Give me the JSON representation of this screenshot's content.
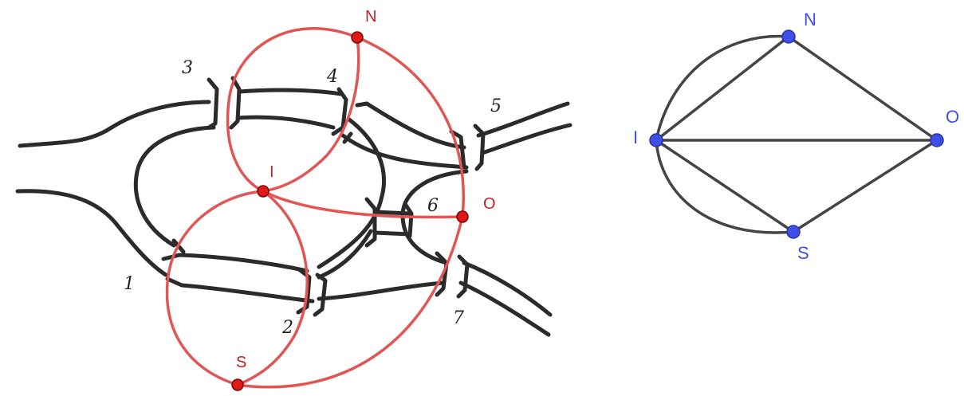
{
  "colors": {
    "river": "#2b2b2b",
    "route": "#e15555",
    "red_node": "#e01818",
    "graph_edge": "#444444",
    "blue_node": "#3f4fe6"
  },
  "left_map": {
    "bridge_numbers": [
      {
        "id": "b1",
        "text": "1"
      },
      {
        "id": "b2",
        "text": "2"
      },
      {
        "id": "b3",
        "text": "3"
      },
      {
        "id": "b4",
        "text": "4"
      },
      {
        "id": "b5",
        "text": "5"
      },
      {
        "id": "b6",
        "text": "6"
      },
      {
        "id": "b7",
        "text": "7"
      }
    ],
    "land_nodes": [
      {
        "id": "N",
        "text": "N"
      },
      {
        "id": "I",
        "text": "I"
      },
      {
        "id": "O",
        "text": "O"
      },
      {
        "id": "S",
        "text": "S"
      }
    ]
  },
  "right_graph": {
    "vertices": [
      {
        "id": "N",
        "text": "N"
      },
      {
        "id": "I",
        "text": "I"
      },
      {
        "id": "O",
        "text": "O"
      },
      {
        "id": "S",
        "text": "S"
      }
    ],
    "edges": [
      [
        "I",
        "N",
        "arc"
      ],
      [
        "I",
        "N",
        "line"
      ],
      [
        "I",
        "S",
        "arc"
      ],
      [
        "I",
        "S",
        "line"
      ],
      [
        "I",
        "O",
        "line"
      ],
      [
        "N",
        "O",
        "line"
      ],
      [
        "S",
        "O",
        "line"
      ]
    ]
  }
}
